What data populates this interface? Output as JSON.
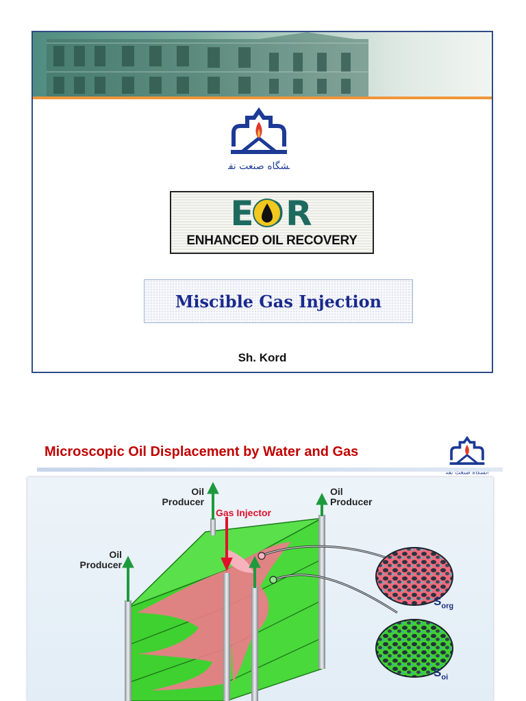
{
  "slide1": {
    "logo_text": "دانشگاه صنعت نفت",
    "eor_logo": {
      "title": "EOR",
      "subtitle": "ENHANCED OIL RECOVERY"
    },
    "title": "Miscible Gas Injection",
    "author": "Sh. Kord",
    "colors": {
      "border": "#2d4b84",
      "rule": "#f0953a",
      "title": "#1a2a8c"
    }
  },
  "slide2": {
    "title": "Microscopic Oil Displacement by Water and Gas",
    "logo_text": "دانشگاه صنعت نفت",
    "diagram": {
      "labels": {
        "oil_producer_top": [
          "Oil",
          "Producer"
        ],
        "oil_producer_left": [
          "Oil",
          "Producer"
        ],
        "oil_producer_right": [
          "Oil",
          "Producer"
        ],
        "gas_injector": "Gas Injector"
      },
      "saturation_labels": {
        "sorg": {
          "main": "S",
          "sub": "org"
        },
        "soi": {
          "main": "S",
          "sub": "oi"
        }
      },
      "colors": {
        "reservoir_green": "#3fd12f",
        "gas_pink": "#f07a8c",
        "arrow_green": "#1e9a3e",
        "arrow_red": "#e0102b"
      }
    }
  }
}
